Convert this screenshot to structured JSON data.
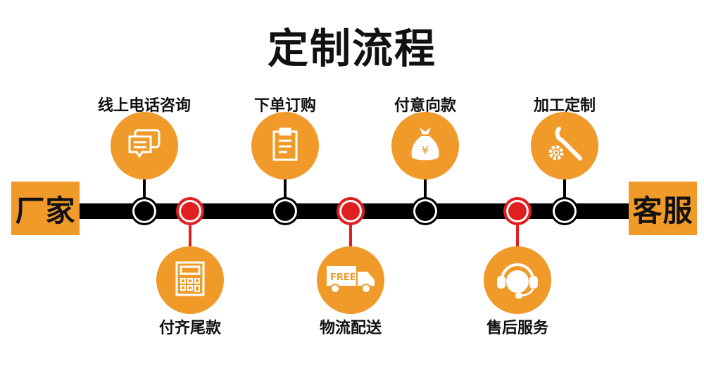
{
  "title": "定制流程",
  "left_end": "厂家",
  "right_end": "客服",
  "colors": {
    "accent": "#f09a2a",
    "red": "#e02020",
    "line": "#000000"
  },
  "steps": [
    {
      "label": "线上电话咨询",
      "icon": "chat-icon",
      "position": "top",
      "node": "black"
    },
    {
      "label": "付齐尾款",
      "icon": "calculator-icon",
      "position": "bottom",
      "node": "red"
    },
    {
      "label": "下单订购",
      "icon": "clipboard-icon",
      "position": "top",
      "node": "black"
    },
    {
      "label": "物流配送",
      "icon": "truck-icon",
      "position": "bottom",
      "node": "red",
      "icon_text": "FREE"
    },
    {
      "label": "付意向款",
      "icon": "money-bag-icon",
      "position": "top",
      "node": "black",
      "icon_text": "¥"
    },
    {
      "label": "售后服务",
      "icon": "headset-icon",
      "position": "bottom",
      "node": "red"
    },
    {
      "label": "加工定制",
      "icon": "tools-icon",
      "position": "top",
      "node": "black"
    }
  ]
}
